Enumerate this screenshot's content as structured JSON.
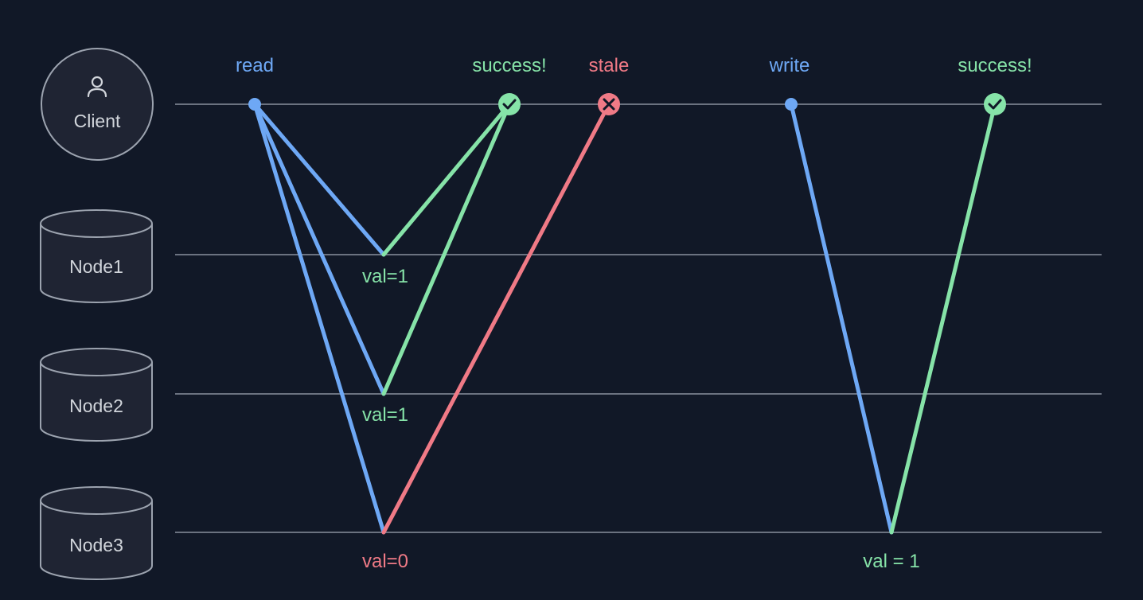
{
  "colors": {
    "background": "#111827",
    "timeline": "#6b7280",
    "request": "#6ea8f5",
    "response": "#86e3a8",
    "stale": "#f07a86",
    "actor_stroke": "#9ca3af",
    "actor_fill": "#1f2433",
    "actor_text": "#d1d5db"
  },
  "actors": {
    "client": {
      "label": "Client",
      "icon": "user-icon"
    },
    "node1": {
      "label": "Node1",
      "icon": "database-cylinder"
    },
    "node2": {
      "label": "Node2",
      "icon": "database-cylinder"
    },
    "node3": {
      "label": "Node3",
      "icon": "database-cylinder"
    }
  },
  "events": {
    "read": "read",
    "read_success": "success!",
    "stale": "stale",
    "write": "write",
    "write_success": "success!"
  },
  "values": {
    "node1_read": "val=1",
    "node2_read": "val=1",
    "node3_read": "val=0",
    "node3_write": "val = 1"
  },
  "markers": {
    "read_success": "check-icon",
    "stale": "x-icon",
    "write_success": "check-icon"
  }
}
